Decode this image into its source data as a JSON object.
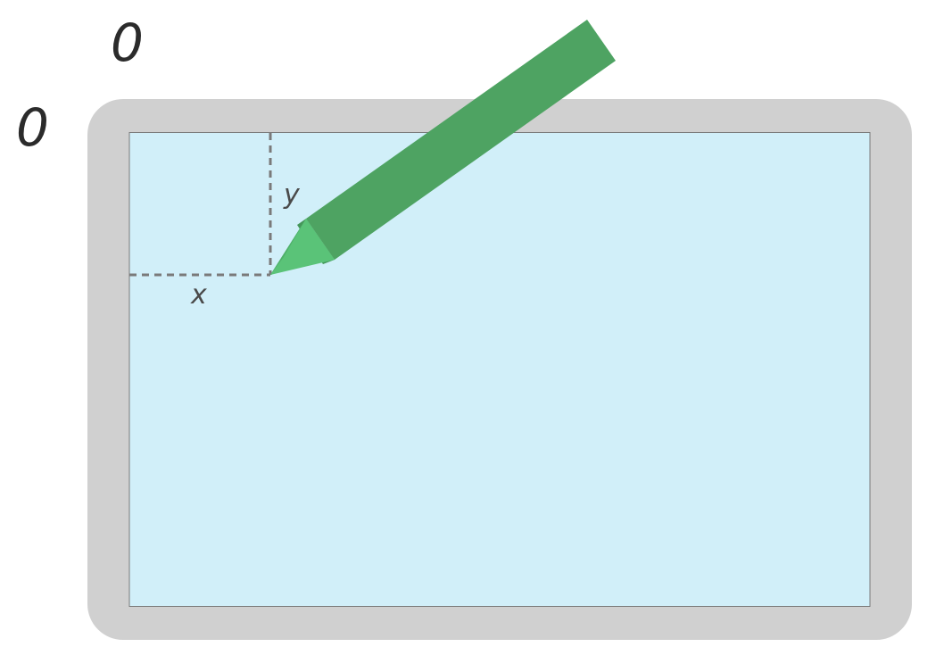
{
  "labels": {
    "origin_x": "0",
    "origin_y": "0",
    "x": "x",
    "y": "y"
  },
  "colors": {
    "bezel": "#d0d0d0",
    "screen": "#d1eff9",
    "screen_border": "#7a7a7a",
    "guide": "#7a7a7a",
    "stylus_body_light": "#4ea362",
    "stylus_body_dark": "#45975a",
    "stylus_tip_light": "#5ac378",
    "stylus_tip_dark": "#4fb06a"
  }
}
